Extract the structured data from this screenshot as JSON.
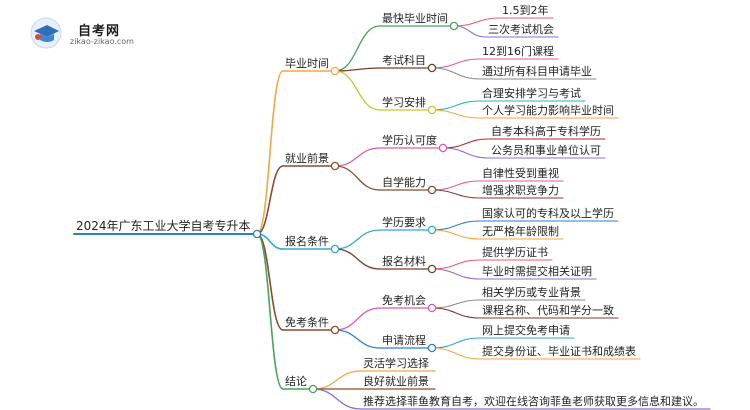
{
  "logo": {
    "title": "自考网",
    "url": "zikao-zikao.com",
    "icon": "graduation-cap-icon"
  },
  "root": {
    "label": "2024年广东工业大学自考专升本"
  },
  "branches": [
    {
      "label": "毕业时间",
      "color": "#f5a641",
      "children": [
        {
          "label": "最快毕业时间",
          "color": "#49a35a",
          "leaves": [
            {
              "label": "1.5到2年",
              "color": "#ea5c6d"
            },
            {
              "label": "三次考试机会",
              "color": "#8f6fd2"
            }
          ]
        },
        {
          "label": "考试科目",
          "color": "#7b3f2b",
          "leaves": [
            {
              "label": "12到16门课程",
              "color": "#e25aa6"
            },
            {
              "label": "通过所有科目申请毕业",
              "color": "#8a8a8a"
            }
          ]
        },
        {
          "label": "学习安排",
          "color": "#c5c931",
          "leaves": [
            {
              "label": "合理安排学习与考试",
              "color": "#27b3c4"
            },
            {
              "label": "个人学习能力影响毕业时间",
              "color": "#f5a641"
            }
          ]
        }
      ]
    },
    {
      "label": "就业前景",
      "color": "#8a4b2f",
      "children": [
        {
          "label": "学历认可度",
          "color": "#e25aa6",
          "leaves": [
            {
              "label": "自考本科高于专科学历",
              "color": "#b52830"
            },
            {
              "label": "公务员和事业单位认可",
              "color": "#8f6fd2"
            }
          ]
        },
        {
          "label": "自学能力",
          "color": "#8a4b2f",
          "leaves": [
            {
              "label": "自律性受到重视",
              "color": "#e25aa6"
            },
            {
              "label": "增强求职竞争力",
              "color": "#7b3f2b"
            }
          ]
        }
      ]
    },
    {
      "label": "报名条件",
      "color": "#31a9c9",
      "children": [
        {
          "label": "学历要求",
          "color": "#31a9c9",
          "leaves": [
            {
              "label": "国家认可的专科及以上学历",
              "color": "#2a7fd4"
            },
            {
              "label": "无严格年龄限制",
              "color": "#f5a641"
            }
          ]
        },
        {
          "label": "报名材料",
          "color": "#7b3f2b",
          "leaves": [
            {
              "label": "提供学历证书",
              "color": "#ea5c6d"
            },
            {
              "label": "毕业时需提交相关证明",
              "color": "#8f6fd2"
            }
          ]
        }
      ]
    },
    {
      "label": "免考条件",
      "color": "#8a4b2f",
      "children": [
        {
          "label": "免考机会",
          "color": "#e25aa6",
          "leaves": [
            {
              "label": "相关学历或专业背景",
              "color": "#8a8a8a"
            },
            {
              "label": "课程名称、代码和学分一致",
              "color": "#7b3f2b"
            }
          ]
        },
        {
          "label": "申请流程",
          "color": "#2a7fd4",
          "leaves": [
            {
              "label": "网上提交免考申请",
              "color": "#31a9c9"
            },
            {
              "label": "提交身份证、毕业证书和成绩表",
              "color": "#f5a641"
            }
          ]
        }
      ]
    },
    {
      "label": "结论",
      "color": "#49a35a",
      "children": [
        {
          "label": "灵活学习选择",
          "color": "#f5a641",
          "leaves": []
        },
        {
          "label": "良好就业前景",
          "color": "#8a4b2f",
          "leaves": []
        },
        {
          "label": "推荐选择菲鱼教育自考，欢迎在线咨询菲鱼老师获取更多信息和建议。",
          "color": "#8f6fd2",
          "leaves": []
        }
      ]
    }
  ]
}
